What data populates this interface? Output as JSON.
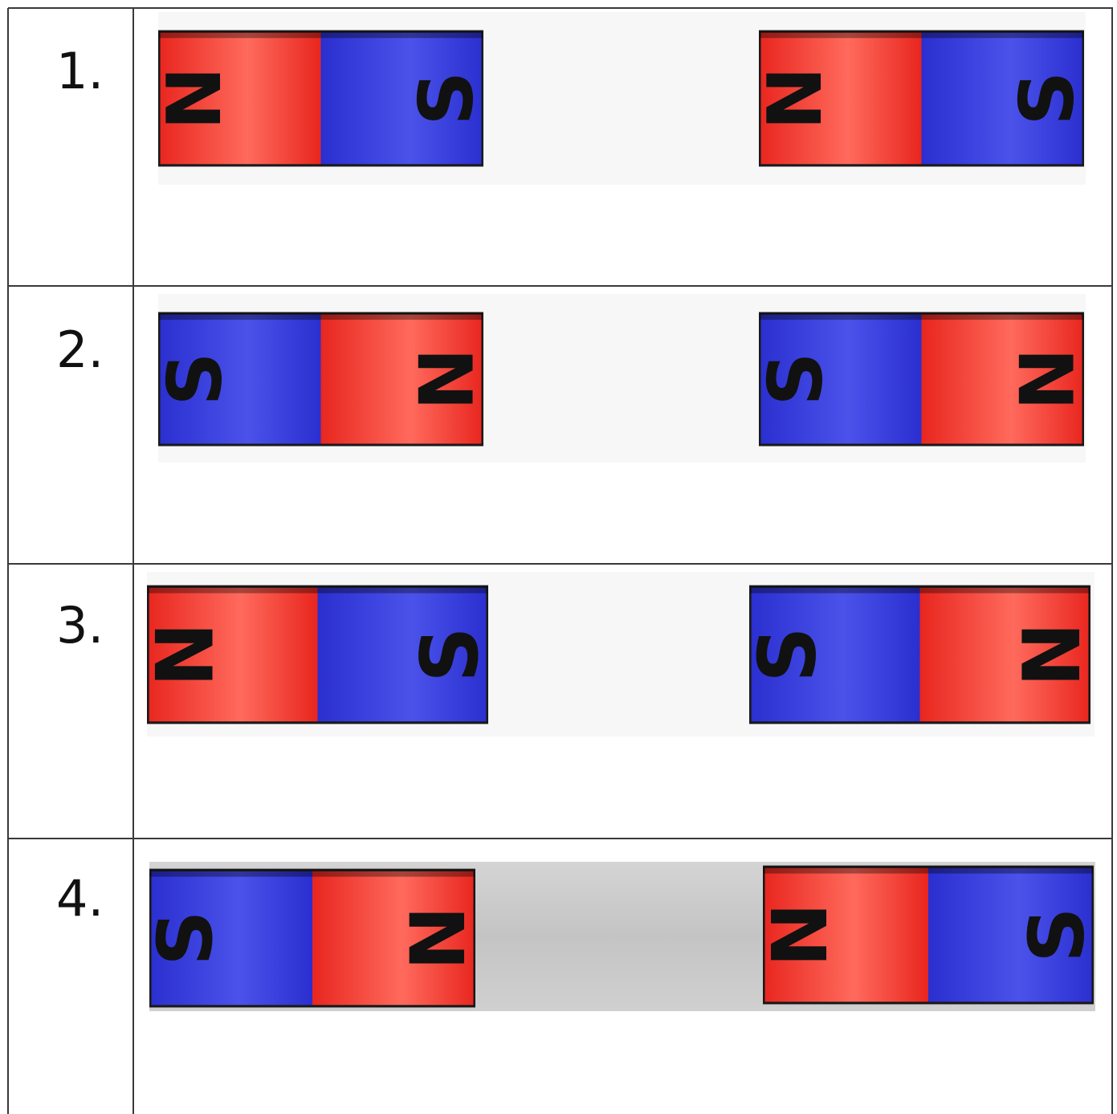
{
  "rows": [
    {
      "number": "1.",
      "left": {
        "poles": [
          "N",
          "S"
        ]
      },
      "right": {
        "poles": [
          "N",
          "S"
        ]
      },
      "background": "light"
    },
    {
      "number": "2.",
      "left": {
        "poles": [
          "S",
          "N"
        ]
      },
      "right": {
        "poles": [
          "S",
          "N"
        ]
      },
      "background": "light"
    },
    {
      "number": "3.",
      "left": {
        "poles": [
          "N",
          "S"
        ]
      },
      "right": {
        "poles": [
          "S",
          "N"
        ]
      },
      "background": "light"
    },
    {
      "number": "4.",
      "left": {
        "poles": [
          "S",
          "N"
        ]
      },
      "right": {
        "poles": [
          "N",
          "S"
        ]
      },
      "background": "gray"
    }
  ],
  "colors": {
    "north": "#e8261f",
    "south": "#2a2fcf",
    "border": "#3a3a3a",
    "gray_bg": "#c9c9c9"
  }
}
